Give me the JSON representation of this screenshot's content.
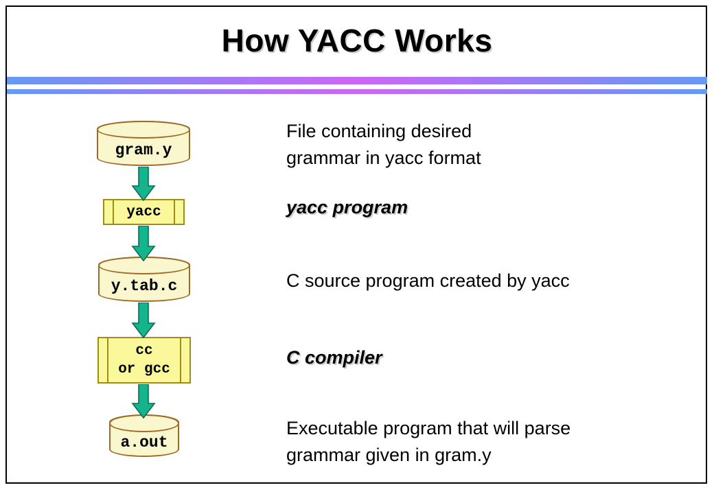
{
  "slide": {
    "title": "How YACC Works",
    "background_color": "#FFFFFF",
    "frame_color": "#000000",
    "divider": {
      "edge_color": "#6699F2",
      "center_color": "#CC66F5"
    }
  },
  "flow": {
    "arrow_color": "#14B58C",
    "arrow_outline_color": "#0B6B52",
    "nodes": [
      {
        "id": "gram-y",
        "shape": "cylinder",
        "label": "gram.y",
        "fill": "#FAF7CE",
        "stroke": "#9C6B28"
      },
      {
        "id": "yacc",
        "shape": "process-box",
        "label": "yacc",
        "fill": "#FBF79B",
        "stroke": "#A08B14"
      },
      {
        "id": "y-tab-c",
        "shape": "cylinder",
        "label": "y.tab.c",
        "fill": "#FAF7CE",
        "stroke": "#9C6B28"
      },
      {
        "id": "cc-or-gcc",
        "shape": "process-box",
        "label_line1": "cc",
        "label_line2": "or gcc",
        "fill": "#FBF79B",
        "stroke": "#A08B14"
      },
      {
        "id": "a-out",
        "shape": "cylinder",
        "label": "a.out",
        "fill": "#FAF7CE",
        "stroke": "#9C6B28"
      }
    ]
  },
  "descriptions": [
    {
      "id": "gram-y-desc",
      "text": "File containing desired\ngrammar in yacc format",
      "style": "plain"
    },
    {
      "id": "yacc-desc",
      "text": "yacc program",
      "style": "italic-bold"
    },
    {
      "id": "y-tab-c-desc",
      "text": "C source program created by yacc",
      "style": "plain"
    },
    {
      "id": "cc-desc",
      "text": "C compiler",
      "style": "italic-bold"
    },
    {
      "id": "a-out-desc",
      "text": "Executable program that will parse\ngrammar given in gram.y",
      "style": "plain"
    }
  ]
}
